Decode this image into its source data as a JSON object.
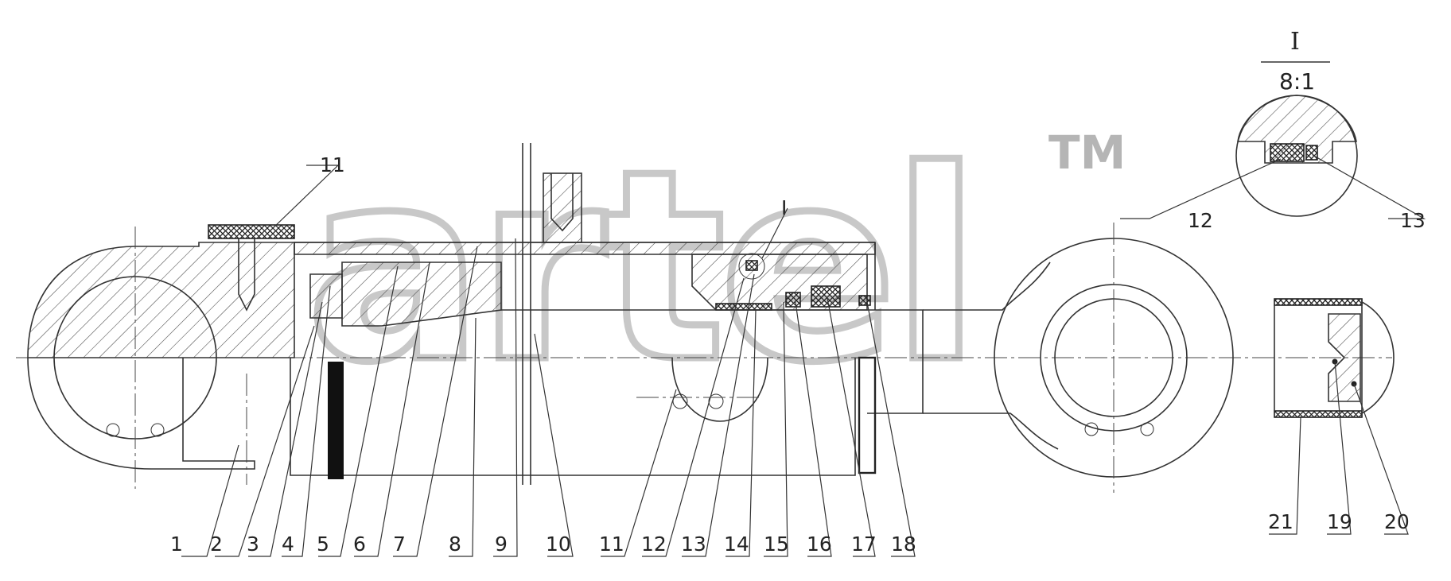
{
  "drawing": {
    "watermark": "artel",
    "trademark": "TM",
    "section_mark": "I",
    "detail": {
      "title": "I",
      "scale": "8:1",
      "labels": [
        "12",
        "13"
      ]
    },
    "part_labels": [
      "1",
      "2",
      "3",
      "4",
      "5",
      "6",
      "7",
      "8",
      "9",
      "10",
      "11",
      "12",
      "13",
      "14",
      "15",
      "16",
      "17",
      "18",
      "19",
      "20",
      "21"
    ],
    "top_label": "11"
  }
}
